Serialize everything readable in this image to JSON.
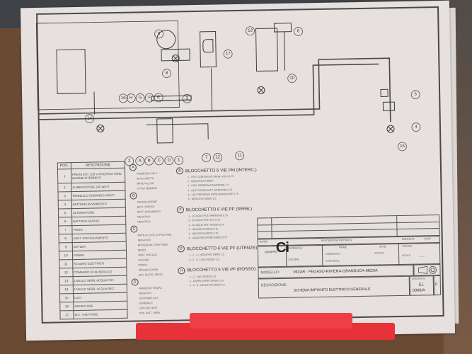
{
  "drawing": {
    "component_labels": {
      "numbers": [
        "1",
        "2",
        "3",
        "4",
        "5",
        "6",
        "7",
        "8",
        "9",
        "10",
        "11",
        "12",
        "13",
        "14",
        "15",
        "16",
        "17"
      ],
      "letters": [
        "A",
        "B",
        "C",
        "D",
        "E",
        "F",
        "G",
        "H"
      ]
    }
  },
  "legend": {
    "header_pos": "POS.",
    "header_desc": "DESCRIZIONE",
    "rows": [
      {
        "pos": "1",
        "desc": "PRESA EST. 230 V INTERRUTTORE MAGNETOTERMICO"
      },
      {
        "pos": "2",
        "desc": "ALIMENTATORE 250 WATT"
      },
      {
        "pos": "3",
        "desc": "PANNELLO COMANDO NCE/T"
      },
      {
        "pos": "4",
        "desc": "BATTERIA AVVIAMENTO"
      },
      {
        "pos": "5",
        "desc": "ALTERNATORE"
      },
      {
        "pos": "6",
        "desc": "BATTERIA SERVIZI"
      },
      {
        "pos": "7",
        "desc": "FRIGO"
      },
      {
        "pos": "8",
        "desc": "VENT. RISCALDAMENTO"
      },
      {
        "pos": "9",
        "desc": "BOYLER"
      },
      {
        "pos": "10",
        "desc": "POMPA"
      },
      {
        "pos": "11",
        "desc": "SCALINO ELETTRICO"
      },
      {
        "pos": "12",
        "desc": "COMANDO SCALINO/LUCE"
      },
      {
        "pos": "13",
        "desc": "LIVELLO SERB. ACQUA POT."
      },
      {
        "pos": "14",
        "desc": "LIVELLO SERB. ACQUA REC."
      },
      {
        "pos": "15",
        "desc": "LUCI"
      },
      {
        "pos": "16",
        "desc": "ASPIRATORE"
      },
      {
        "pos": "17",
        "desc": "W.C. THETFORD"
      }
    ]
  },
  "connectors": [
    {
      "id": "A",
      "lines": [
        "INGRESSO 230 V",
        "BLOCCHETTO",
        "MATE-N-LOCK",
        "3 POLI FEMMINA"
      ]
    },
    {
      "id": "B",
      "lines": [
        "SEGNALAZIONE",
        "BATT. SERVIZI",
        "BATT. AVVIAMENTO",
        "NEGATIVO",
        "NEGATIVO"
      ]
    },
    {
      "id": "C",
      "lines": [
        "MATE-N-LOCK 12 POLI FEM.",
        "NEGATIVO",
        "BOYLER-WC THETFORD",
        "FRIGO",
        "VENT. RISCALD.",
        "SCALINO",
        "POMPA",
        "SEGNALAZIONE",
        "ACC. ELETR. FRIGO"
      ]
    },
    {
      "id": "D",
      "lines": [
        "INGRESSO POMPA",
        "NEGATIVO",
        "LED PANEL AUT.",
        "GENERALE",
        "LED CAR. BATT.",
        "POS. BATT. SERV."
      ]
    }
  ],
  "blocks": [
    {
      "id": "E",
      "title": "BLOCCHETTO 6 VIE PM (INTERC.)",
      "lines": [
        "1 - POS. CONTINUATI SERB. VOLA   0.75",
        "2 - NEGATIVO POMPA",
        "3 - POS. GENERALE MARRONE   2.5",
        "4 - LED CARICA BATT. MARRONE   0.75",
        "5 - LED PRESENZA RETE ARANCIONE 0.75",
        "6 - NEGATIVO NERO   2.5"
      ]
    },
    {
      "id": "F",
      "title": "BLOCCHETTO 6 VIE PF (SERB.)",
      "lines": [
        "1 - 1/3 AQUA POT. MARRONE   0.75",
        "2 - 2/3 AQUA POT. BLU   0.75",
        "3 - 3/3 AQUA POT. ROSSO   0.75",
        "4 - NEGATIVO NERO   0.75",
        "5 - NEGATIVO NERO   0.75",
        "6 - AQUA RECUPERO NERO   0.75"
      ]
    },
    {
      "id": "G",
      "title": "BLOCCHETTO 6 VIE PF (UTENZE)",
      "lines": [
        "1 - 2 - 3 - NEGATIVO NERO   2.5",
        "4 - 5 - 6 - LUCI ROSSO   2.5"
      ]
    },
    {
      "id": "H",
      "title": "BLOCCHETTO 6 VIE PF (ROSSO)",
      "lines": [
        "1 - 2 - LUCI ROSSO   2.5",
        "3 - CAPPA ASPIR. GRIGIO   2.5",
        "4 - 5 - 6 - NEGATIVO NERO   2.5"
      ]
    }
  ],
  "title_block": {
    "modif_label": "MODIF.",
    "desc_modifica_label": "DESCRIZIONE MODIFICA",
    "eseguita_label": "ESEGUITA",
    "data_label": "DATA",
    "materiale_label": "MATERIALE:",
    "colore_label": "COLORE:",
    "firme_label": "FIRME",
    "date_label": "DATE",
    "codice_label": "CODICE:",
    "disegnato_label": "DISEGNATO",
    "controll_label": "CONTROLL.",
    "date_value": "24/11/97",
    "scala_label": "SCALA",
    "scala_value": "____",
    "logo_group": "GRUPPO",
    "logo_mark": "Ci",
    "modello_label": "MODELLO:",
    "modello_value": "MIZAR  -  PEGASO-RIVIERA-GRANDUCA-MEDIA",
    "descrizione_label": "DESCRIZIONE:",
    "descrizione_value": "SCHEMA IMPIANTO ELETTRICO GENERALE",
    "disegno_label": "DISEGNO N.",
    "disegno_value_1": "EL",
    "disegno_value_2": "0008/A",
    "revision": "0"
  }
}
